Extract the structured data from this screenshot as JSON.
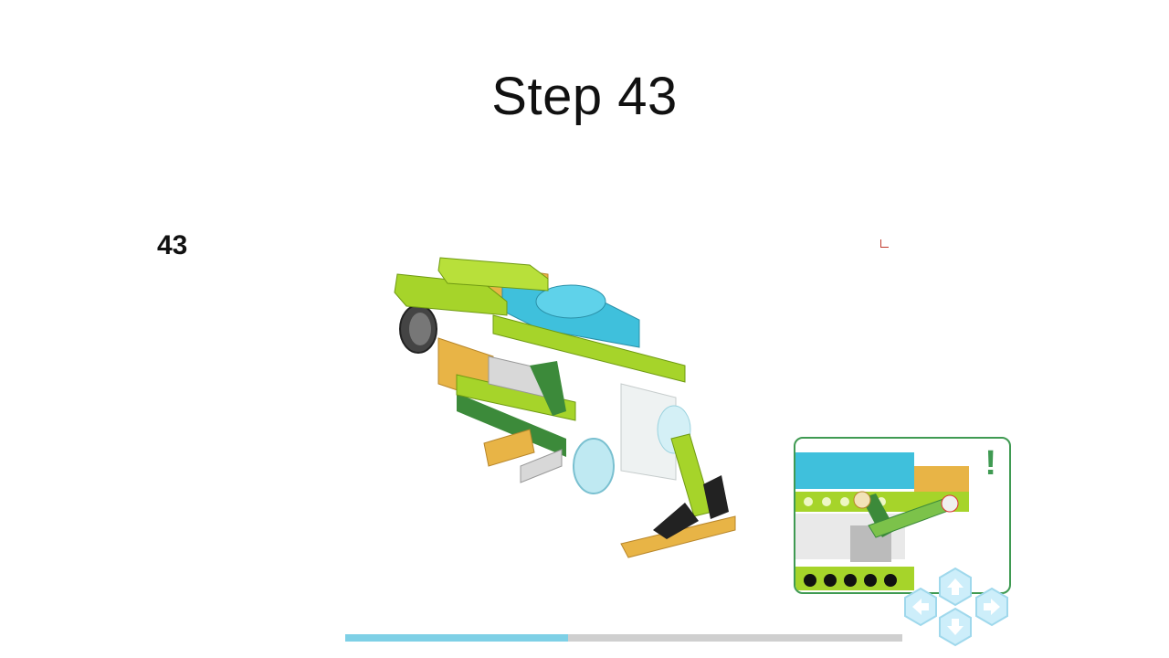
{
  "page": {
    "title": "Step 43",
    "step_number": "43"
  },
  "progress": {
    "fraction": 0.4
  },
  "callout": {
    "indicator": "!"
  },
  "navigation": {
    "up": "arrow-up-icon",
    "left": "arrow-left-icon",
    "right": "arrow-right-icon",
    "down": "arrow-down-icon"
  },
  "colors": {
    "lime": "#a6d42a",
    "azure": "#3fc0dc",
    "tan": "#e8b446",
    "dark_green": "#3c8a3a",
    "progress_fill": "#7ed0e6",
    "progress_track": "#cfcfcf",
    "callout_border": "#3f9a52",
    "nav_hex": "#cdeefa"
  }
}
